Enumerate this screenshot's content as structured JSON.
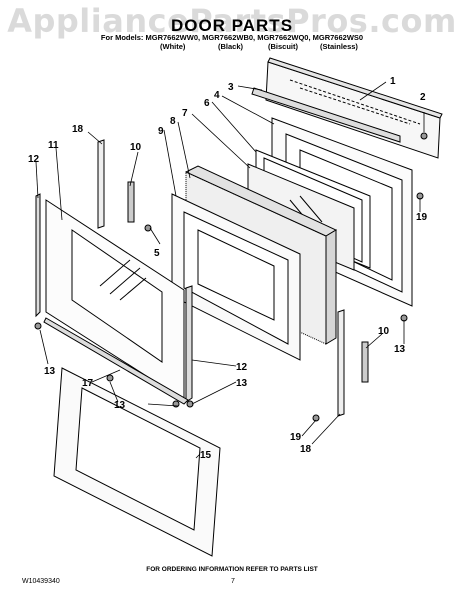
{
  "watermark": "AppliancePartsPros.com",
  "header": {
    "title": "DOOR PARTS",
    "models_line": "For Models: MGR7662WW0, MGR7662WB0, MGR7662WQ0, MGR7662WS0",
    "variants": [
      "(White)",
      "(Black)",
      "(Biscuit)",
      "(Stainless)"
    ]
  },
  "callouts": [
    "1",
    "2",
    "3",
    "4",
    "5",
    "6",
    "7",
    "8",
    "9",
    "10",
    "10",
    "11",
    "12",
    "12",
    "13",
    "13",
    "13",
    "13",
    "15",
    "17",
    "18",
    "18",
    "19",
    "19"
  ],
  "footer": {
    "note": "FOR ORDERING INFORMATION REFER TO PARTS LIST",
    "doc_number": "W10439340",
    "page": "7"
  }
}
